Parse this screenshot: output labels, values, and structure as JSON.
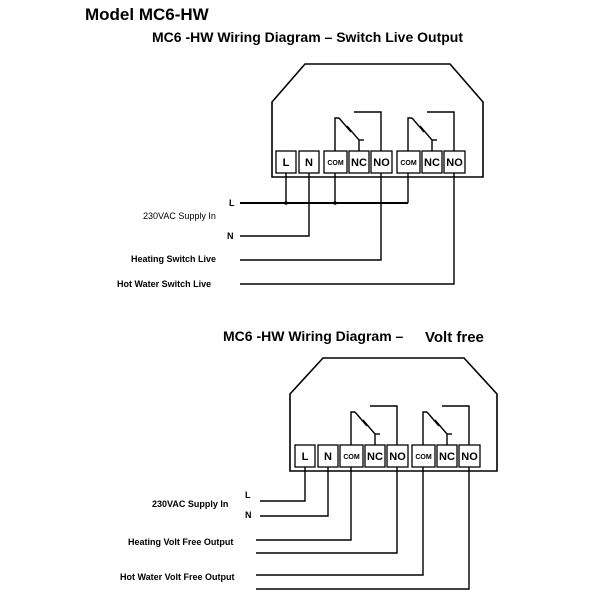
{
  "model_title": "Model MC6-HW",
  "diagram1": {
    "heading": "MC6 -HW  Wiring Diagram – Switch Live Output",
    "terminals": [
      "L",
      "N",
      "COM",
      "NC",
      "NO",
      "COM",
      "NC",
      "NO"
    ],
    "supply_label": "230VAC Supply In",
    "live_label": "L",
    "neutral_label": "N",
    "heating_label": "Heating  Switch Live",
    "hotwater_label": "Hot Water  Switch Live"
  },
  "diagram2": {
    "heading_part1": "MC6 -HW Wiring Diagram –",
    "heading_part2": "Volt free",
    "terminals": [
      "L",
      "N",
      "COM",
      "NC",
      "NO",
      "COM",
      "NC",
      "NO"
    ],
    "supply_label": "230VAC Supply In",
    "live_label": "L",
    "neutral_label": "N",
    "heating_label": "Heating Volt Free Output",
    "hotwater_label": "Hot Water  Volt Free Output"
  }
}
